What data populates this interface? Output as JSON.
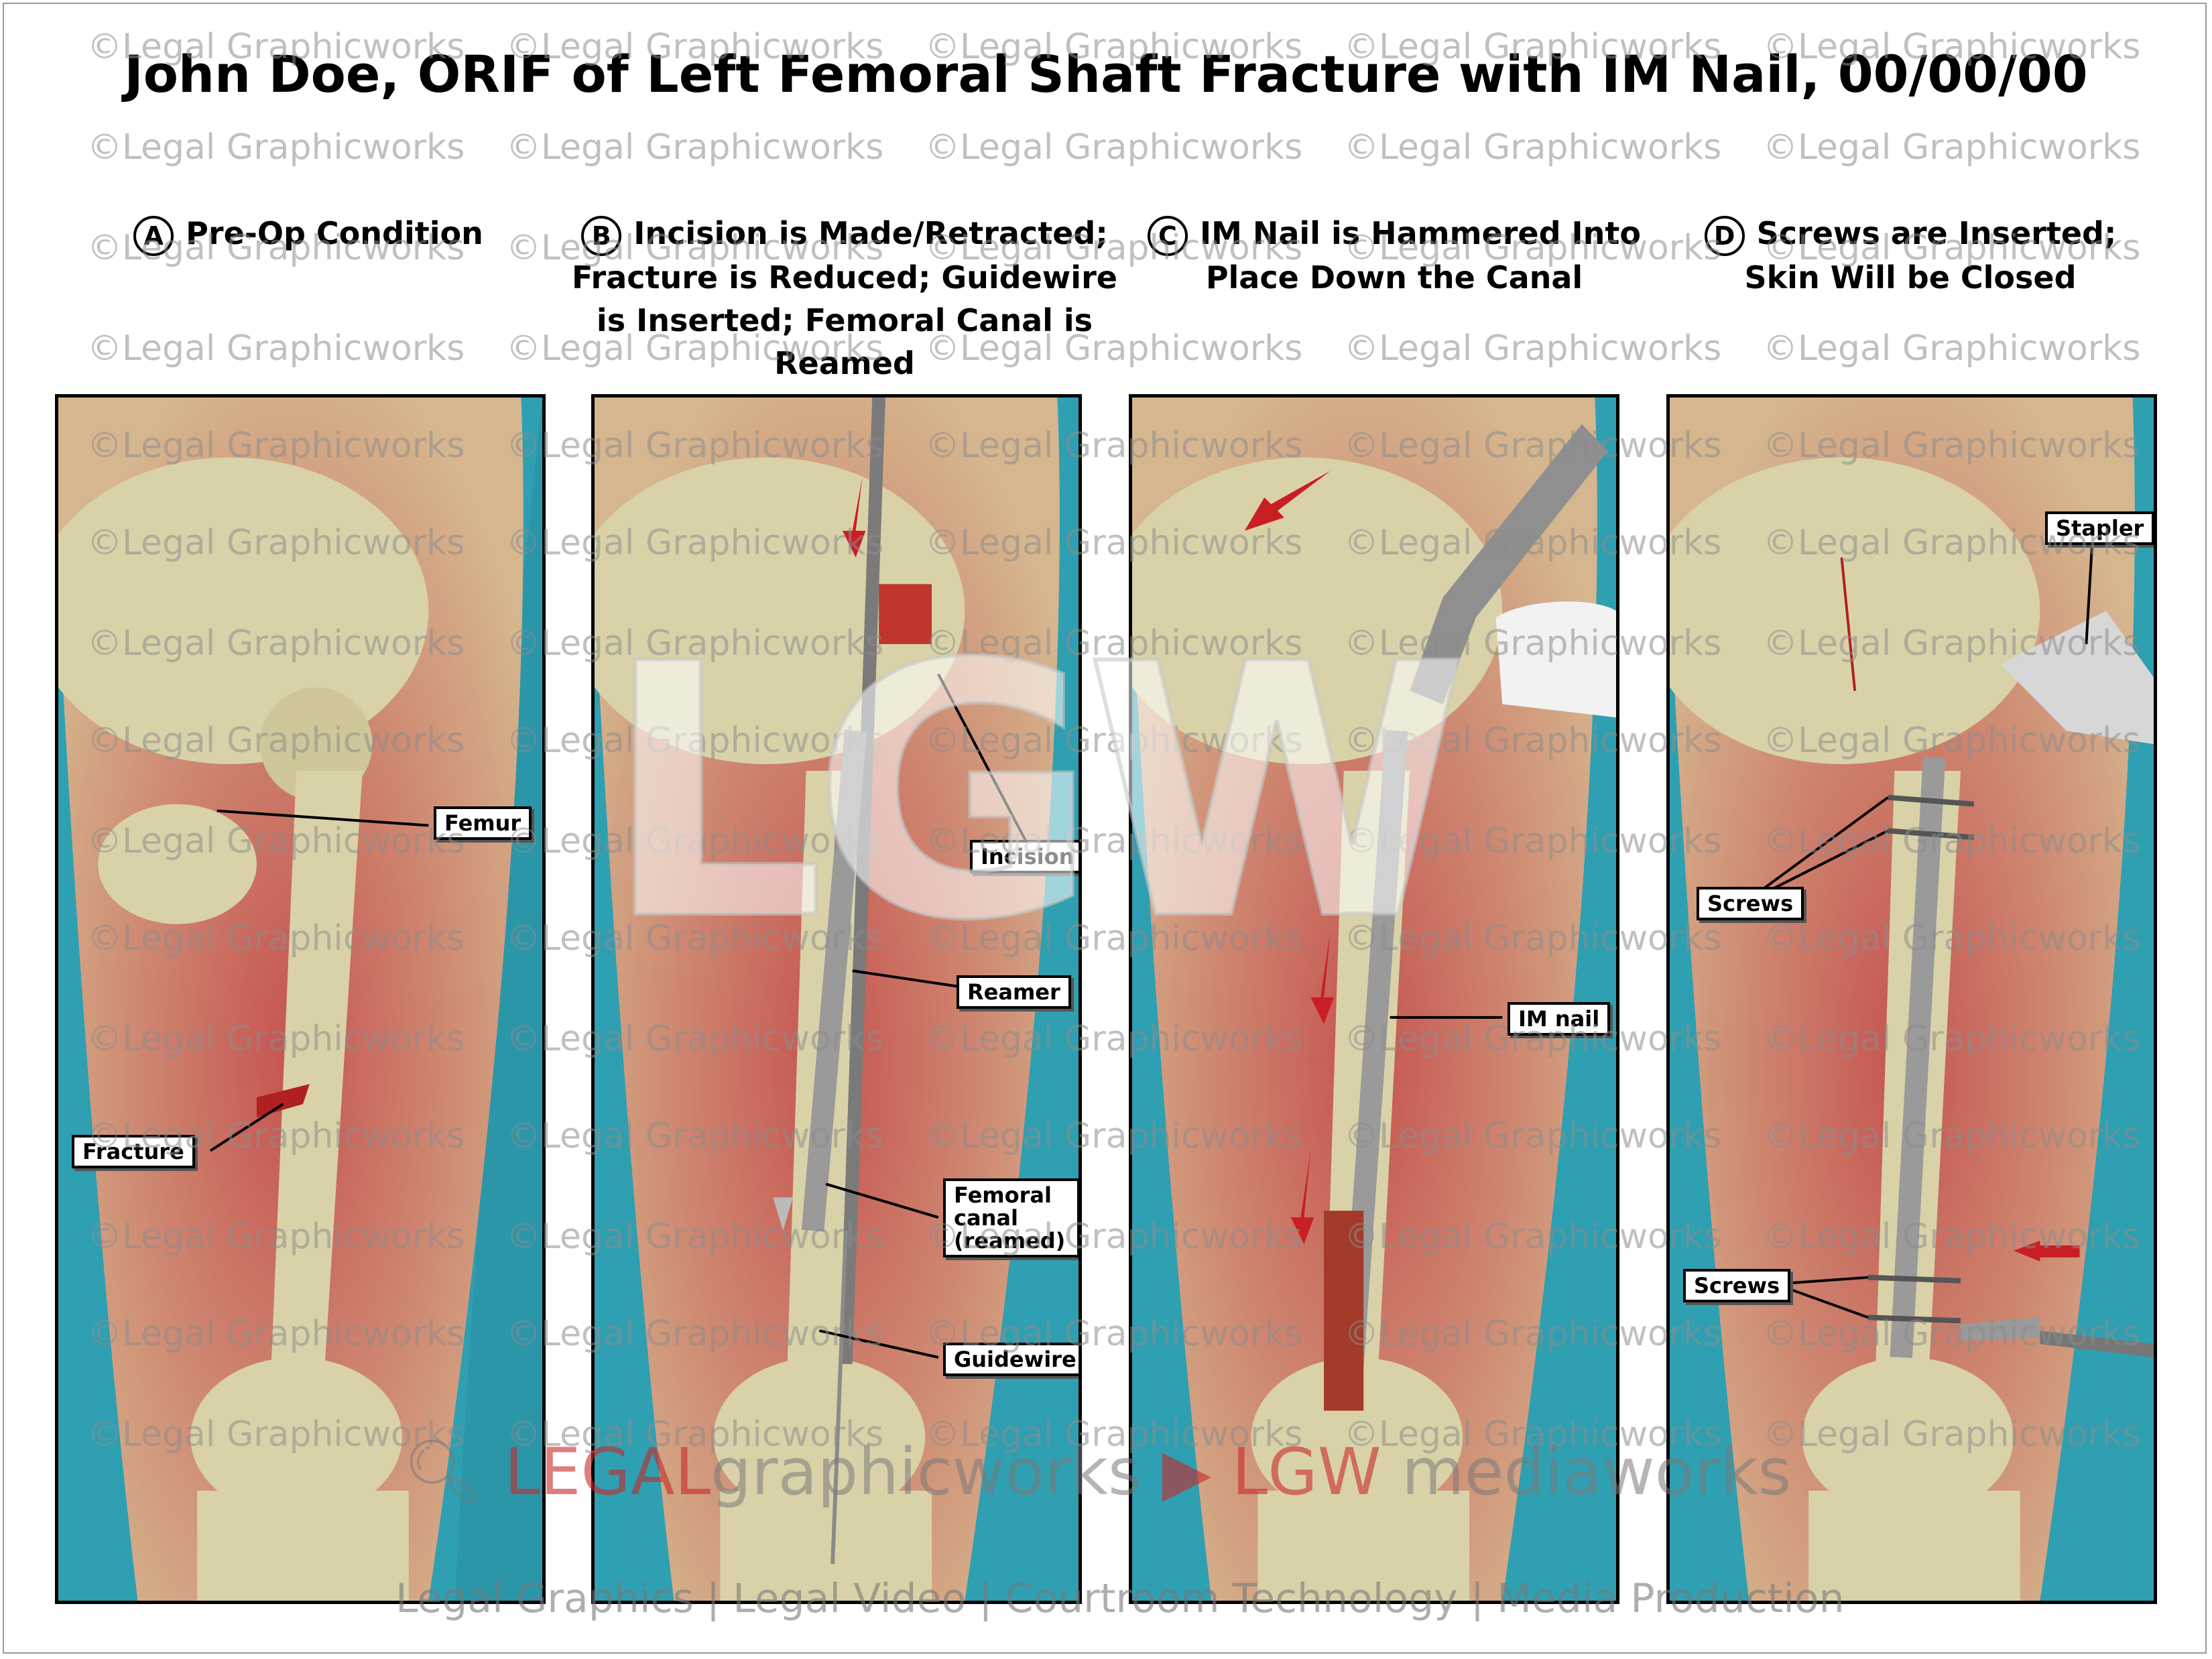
{
  "title": "John Doe, ORIF of Left Femoral Shaft Fracture with IM Nail, 00/00/00",
  "steps": [
    {
      "letter": "A",
      "text": "Pre-Op Condition"
    },
    {
      "letter": "B",
      "text": "Incision is Made/Retracted; Fracture is Reduced; Guidewire is Inserted; Femoral Canal is Reamed"
    },
    {
      "letter": "C",
      "text": "IM Nail is Hammered Into Place Down the Canal"
    },
    {
      "letter": "D",
      "text": "Screws are Inserted; Skin Will be Closed"
    }
  ],
  "labels": {
    "a": [
      "Femur",
      "Fracture"
    ],
    "b": [
      "Incision",
      "Reamer",
      "Femoral canal (reamed)",
      "Guidewire"
    ],
    "c": [
      "IM nail"
    ],
    "d": [
      "Stapler",
      "Screws",
      "Screws"
    ]
  },
  "watermark": "©Legal Graphicworks",
  "logo": "LGW",
  "brand": {
    "legal": "LEGAL",
    "graphicworks": "graphicworks",
    "lgw": "LGW",
    "mediaworks": "mediaworks",
    "tagline": "Legal Graphics | Legal Video | Courtroom Technology | Media Production"
  },
  "colors": {
    "teal": "#2f9fb2",
    "skin": "#e8b88a",
    "bone": "#d9d2a8",
    "redglow": "#e0473f",
    "arrow": "#c81e24"
  }
}
